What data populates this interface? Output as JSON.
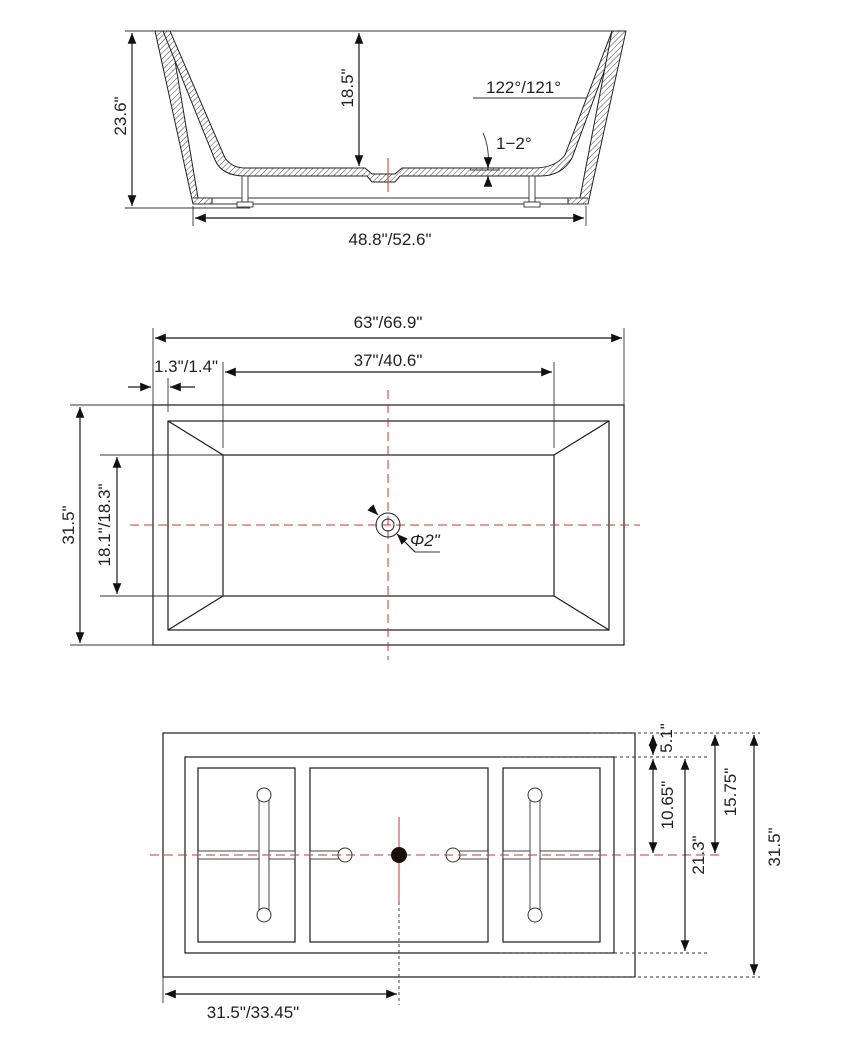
{
  "side_view": {
    "overall_height": "23.6\"",
    "inner_depth": "18.5\"",
    "wall_angle": "122°/121°",
    "floor_slope": "1−2°",
    "base_length": "48.8\"/52.6\""
  },
  "top_view": {
    "overall_length": "63\"/66.9\"",
    "rim_width": "1.3\"/1.4\"",
    "bottom_length": "37\"/40.6\"",
    "overall_width": "31.5\"",
    "bottom_width": "18.1\"/18.3\"",
    "drain_diameter": "Φ2\""
  },
  "bottom_view": {
    "drain_offset": "31.5\"/33.45\"",
    "edge_offset": "5.1\"",
    "frame_to_center": "10.65\"",
    "outer_to_center": "15.75\"",
    "frame_width": "21.3\"",
    "overall_width": "31.5\""
  },
  "colors": {
    "line": "#1a1a1a",
    "centerline": "#c0392b",
    "drain_fill": "#1a1010"
  }
}
